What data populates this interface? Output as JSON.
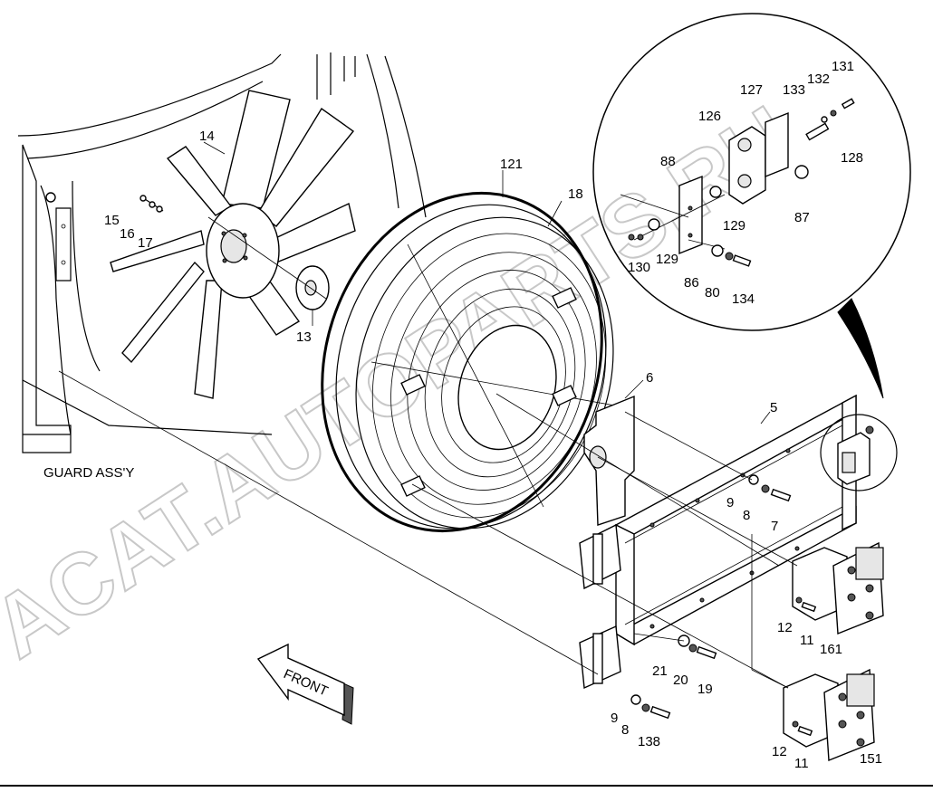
{
  "diagram": {
    "guard_label": "GUARD ASS'Y",
    "front_label": "FRONT",
    "watermark_text": "ACAT.AUTOPARTS.RU",
    "colors": {
      "ink": "#000000",
      "watermark": "#c8c8c8",
      "background": "#ffffff"
    },
    "callouts": [
      {
        "id": "c14",
        "text": "14"
      },
      {
        "id": "c15",
        "text": "15"
      },
      {
        "id": "c16",
        "text": "16"
      },
      {
        "id": "c17",
        "text": "17"
      },
      {
        "id": "c13",
        "text": "13"
      },
      {
        "id": "c121",
        "text": "121"
      },
      {
        "id": "c18",
        "text": "18"
      },
      {
        "id": "c6",
        "text": "6"
      },
      {
        "id": "c5",
        "text": "5"
      },
      {
        "id": "c9a",
        "text": "9"
      },
      {
        "id": "c8a",
        "text": "8"
      },
      {
        "id": "c7",
        "text": "7"
      },
      {
        "id": "c12a",
        "text": "12"
      },
      {
        "id": "c11a",
        "text": "11"
      },
      {
        "id": "c161",
        "text": "161"
      },
      {
        "id": "c21",
        "text": "21"
      },
      {
        "id": "c20",
        "text": "20"
      },
      {
        "id": "c19",
        "text": "19"
      },
      {
        "id": "c9b",
        "text": "9"
      },
      {
        "id": "c8b",
        "text": "8"
      },
      {
        "id": "c138",
        "text": "138"
      },
      {
        "id": "c12b",
        "text": "12"
      },
      {
        "id": "c11b",
        "text": "11"
      },
      {
        "id": "c151",
        "text": "151"
      },
      {
        "id": "c131",
        "text": "131"
      },
      {
        "id": "c132",
        "text": "132"
      },
      {
        "id": "c133",
        "text": "133"
      },
      {
        "id": "c127",
        "text": "127"
      },
      {
        "id": "c126",
        "text": "126"
      },
      {
        "id": "c128",
        "text": "128"
      },
      {
        "id": "c88",
        "text": "88"
      },
      {
        "id": "c87",
        "text": "87"
      },
      {
        "id": "c129a",
        "text": "129"
      },
      {
        "id": "c129b",
        "text": "129"
      },
      {
        "id": "c130",
        "text": "130"
      },
      {
        "id": "c86",
        "text": "86"
      },
      {
        "id": "c80",
        "text": "80"
      },
      {
        "id": "c134",
        "text": "134"
      }
    ]
  }
}
